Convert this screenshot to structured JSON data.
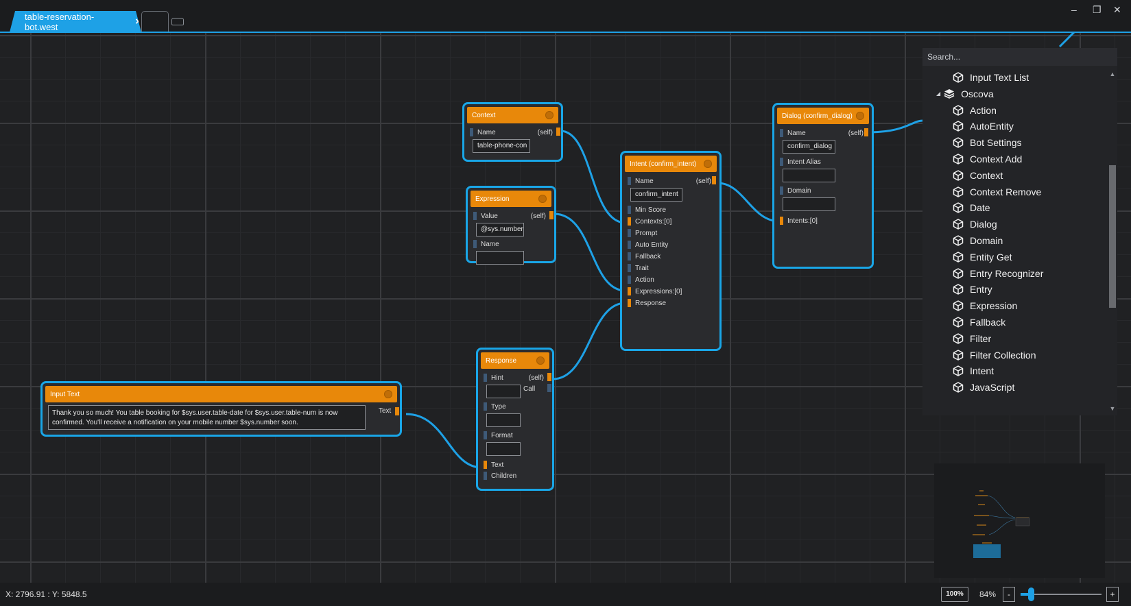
{
  "tabs": {
    "active_label": "table-reservation-bot.west",
    "close_icon": "×"
  },
  "window": {
    "minimize": "–",
    "restore": "❐",
    "close": "✕"
  },
  "nodes": {
    "context": {
      "title": "Context",
      "name_label": "Name",
      "self_label": "(self)",
      "name_value": "table-phone-con"
    },
    "expression": {
      "title": "Expression",
      "value_label": "Value",
      "self_label": "(self)",
      "value_value": "@sys.number",
      "name_label": "Name",
      "name_value": ""
    },
    "intent": {
      "title": "Intent (confirm_intent)",
      "name_label": "Name",
      "self_label": "(self)",
      "name_value": "confirm_intent",
      "ports": [
        "Min Score",
        "Contexts:[0]",
        "Prompt",
        "Auto Entity",
        "Fallback",
        "Trait",
        "Action",
        "Expressions:[0]",
        "Response"
      ]
    },
    "dialog": {
      "title": "Dialog (confirm_dialog)",
      "name_label": "Name",
      "self_label": "(self)",
      "name_value": "confirm_dialog",
      "alias_label": "Intent Alias",
      "alias_value": "",
      "domain_label": "Domain",
      "domain_value": "",
      "intents_label": "Intents:[0]"
    },
    "response": {
      "title": "Response",
      "hint_label": "Hint",
      "self_label": "(self)",
      "call_label": "Call",
      "type_label": "Type",
      "format_label": "Format",
      "text_label": "Text",
      "children_label": "Children"
    },
    "input_text": {
      "title": "Input Text",
      "text_value": "Thank you so much! You table booking for $sys.user.table-date for $sys.user.table-num is now confirmed. You'll receive a notification on your mobile number $sys.number soon.",
      "text_label": "Text"
    }
  },
  "panel": {
    "search_placeholder": "Search...",
    "items": [
      {
        "label": "Input Text List",
        "icon": "cube-icon",
        "indent": 1
      },
      {
        "label": "Oscova",
        "icon": "layers-icon",
        "indent": 0,
        "expanded": true
      },
      {
        "label": "Action",
        "icon": "cube-icon",
        "indent": 1
      },
      {
        "label": "AutoEntity",
        "icon": "cube-icon",
        "indent": 1
      },
      {
        "label": "Bot Settings",
        "icon": "cube-icon",
        "indent": 1
      },
      {
        "label": "Context Add",
        "icon": "cube-icon",
        "indent": 1
      },
      {
        "label": "Context",
        "icon": "cube-icon",
        "indent": 1
      },
      {
        "label": "Context Remove",
        "icon": "cube-icon",
        "indent": 1
      },
      {
        "label": "Date",
        "icon": "cube-icon",
        "indent": 1
      },
      {
        "label": "Dialog",
        "icon": "cube-icon",
        "indent": 1
      },
      {
        "label": "Domain",
        "icon": "cube-icon",
        "indent": 1
      },
      {
        "label": "Entity Get",
        "icon": "cube-icon",
        "indent": 1
      },
      {
        "label": "Entry Recognizer",
        "icon": "cube-icon",
        "indent": 1
      },
      {
        "label": "Entry",
        "icon": "cube-icon",
        "indent": 1
      },
      {
        "label": "Expression",
        "icon": "cube-icon",
        "indent": 1
      },
      {
        "label": "Fallback",
        "icon": "cube-icon",
        "indent": 1
      },
      {
        "label": "Filter",
        "icon": "cube-icon",
        "indent": 1
      },
      {
        "label": "Filter Collection",
        "icon": "cube-icon",
        "indent": 1
      },
      {
        "label": "Intent",
        "icon": "cube-icon",
        "indent": 1
      },
      {
        "label": "JavaScript",
        "icon": "cube-icon",
        "indent": 1
      }
    ]
  },
  "status": {
    "coords": "X: 2796.91 : Y: 5848.5",
    "reset_zoom": "100%",
    "zoom": "84%",
    "zoom_fraction": 0.13,
    "minus": "-",
    "plus": "+"
  },
  "colors": {
    "accent": "#1ea1e6",
    "node_header": "#e8880a",
    "canvas": "#202123",
    "port_inactive": "#3e5a78"
  }
}
